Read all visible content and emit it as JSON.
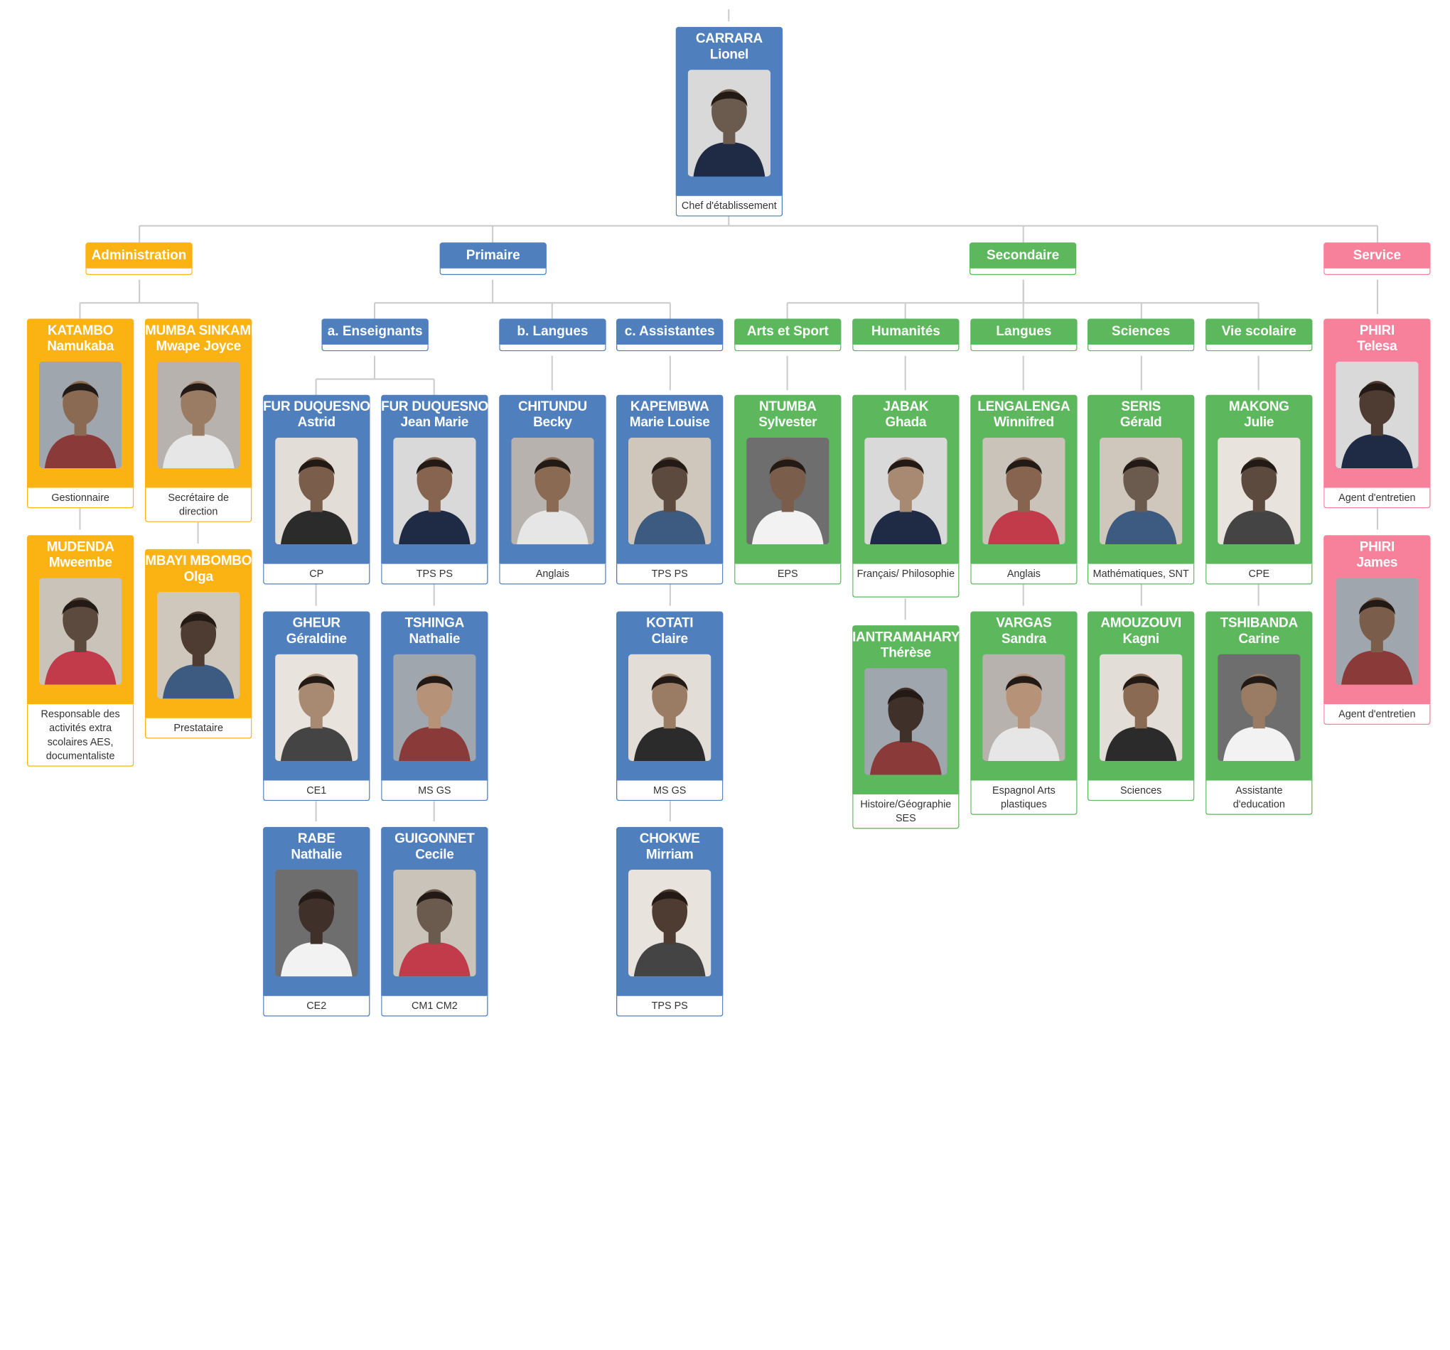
{
  "colors": {
    "blue": "#4f7fbd",
    "green": "#5db75d",
    "orange": "#fbb314",
    "pink": "#f7819a",
    "line": "#cccccc"
  },
  "root": {
    "name1": "CARRARA",
    "name2": "Lionel",
    "role": "Chef d'établissement"
  },
  "departments": {
    "administration": "Administration",
    "primaire": "Primaire",
    "secondaire": "Secondaire",
    "service": "Service"
  },
  "groups": {
    "enseignants": "a. Enseignants",
    "langues_primaire": "b. Langues",
    "assistantes": "c. Assistantes",
    "arts_sport": "Arts et Sport",
    "humanites": "Humanités",
    "langues_secondaire": "Langues",
    "sciences": "Sciences",
    "vie_scolaire": "Vie scolaire"
  },
  "people": {
    "katambo": {
      "name1": "KATAMBO",
      "name2": "Namukaba",
      "role": "Gestionnaire"
    },
    "mudenda": {
      "name1": "MUDENDA",
      "name2": "Mweembe",
      "role": "Responsable des activités extra scolaires AES, documentaliste"
    },
    "mumba": {
      "name1": "MUMBA SINKAMBA",
      "name2": "Mwape Joyce",
      "role": "Secrétaire de direction"
    },
    "mbayi": {
      "name1": "MBAYI MBOMBO",
      "name2": "Olga",
      "role": "Prestataire"
    },
    "fur_astrid": {
      "name1": "FUR DUQUESNOY",
      "name2": "Astrid",
      "role": "CP"
    },
    "fur_jean": {
      "name1": "FUR DUQUESNOY",
      "name2": "Jean Marie",
      "role": "TPS PS"
    },
    "gheur": {
      "name1": "GHEUR",
      "name2": "Géraldine",
      "role": "CE1"
    },
    "tshinga": {
      "name1": "TSHINGA",
      "name2": "Nathalie",
      "role": "MS GS"
    },
    "rabe": {
      "name1": "RABE",
      "name2": "Nathalie",
      "role": "CE2"
    },
    "guigonnet": {
      "name1": "GUIGONNET",
      "name2": "Cecile",
      "role": "CM1 CM2"
    },
    "chitundu": {
      "name1": "CHITUNDU",
      "name2": "Becky",
      "role": "Anglais"
    },
    "kapembwa": {
      "name1": "KAPEMBWA",
      "name2": "Marie Louise",
      "role": "TPS PS"
    },
    "kotati": {
      "name1": "KOTATI",
      "name2": "Claire",
      "role": "MS GS"
    },
    "chokwe": {
      "name1": "CHOKWE",
      "name2": "Mirriam",
      "role": "TPS PS"
    },
    "ntumba": {
      "name1": "NTUMBA",
      "name2": "Sylvester",
      "role": "EPS"
    },
    "jabak": {
      "name1": "JABAK",
      "name2": "Ghada",
      "role": "Français/ Philosophie"
    },
    "iantramahary": {
      "name1": "IANTRAMAHARY",
      "name2": "Thérèse",
      "role": "Histoire/Géographie SES"
    },
    "lengalenga": {
      "name1": "LENGALENGA",
      "name2": "Winnifred",
      "role": "Anglais"
    },
    "vargas": {
      "name1": "VARGAS",
      "name2": "Sandra",
      "role": "Espagnol Arts plastiques"
    },
    "seris": {
      "name1": "SERIS",
      "name2": "Gérald",
      "role": "Mathématiques, SNT"
    },
    "amouzouvi": {
      "name1": "AMOUZOUVI",
      "name2": "Kagni",
      "role": "Sciences"
    },
    "makong": {
      "name1": "MAKONG",
      "name2": "Julie",
      "role": "CPE"
    },
    "tshibanda": {
      "name1": "TSHIBANDA",
      "name2": "Carine",
      "role": "Assistante d'education"
    },
    "phiri_telesa": {
      "name1": "PHIRI",
      "name2": "Telesa",
      "role": "Agent d'entretien"
    },
    "phiri_james": {
      "name1": "PHIRI",
      "name2": "James",
      "role": "Agent d'entretien"
    }
  }
}
